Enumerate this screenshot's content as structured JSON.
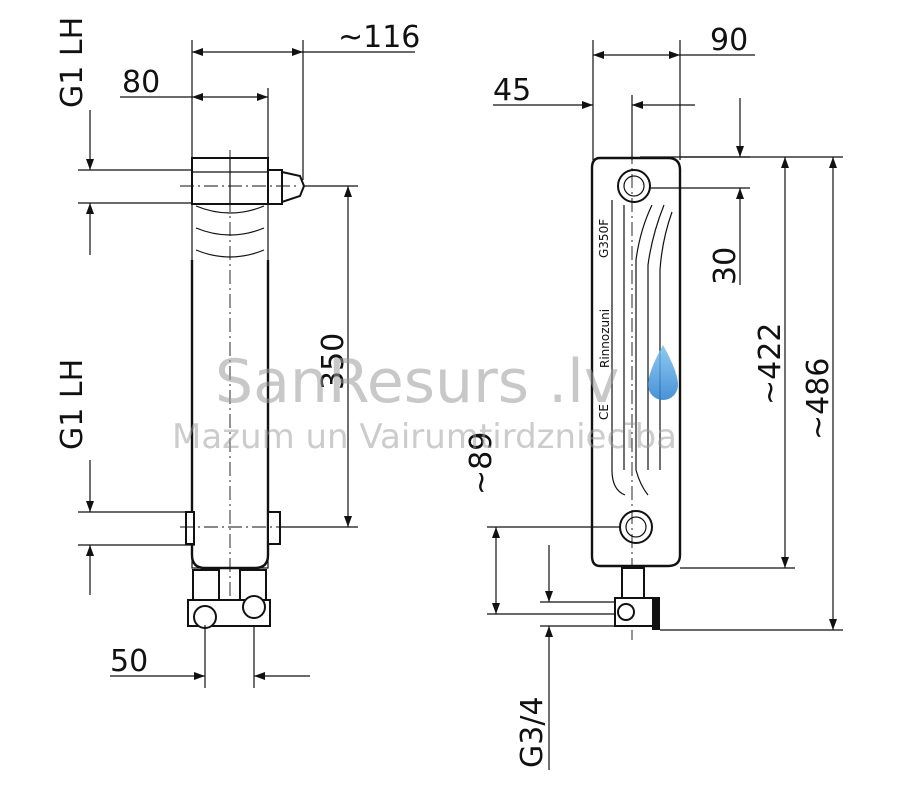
{
  "front_view": {
    "dim_top_width": "~116",
    "dim_body_width": "80",
    "dim_thread_top": "G1 LH",
    "dim_thread_bottom": "G1 LH",
    "dim_axis_distance": "350",
    "dim_bottom_spacing": "50"
  },
  "side_view": {
    "dim_depth": "90",
    "dim_half_depth": "45",
    "dim_top_offset": "30",
    "dim_height_inner": "~422",
    "dim_height_total": "~486",
    "dim_bottom_offset": "~89",
    "dim_connection_thread": "G3/4",
    "model_label": "G350F",
    "brand_label": "Rinnozuni"
  },
  "watermark": {
    "brand": "SanResurs .lv",
    "tagline": "Mazum un Vairumtirdzniecība",
    "drop_color": "#3b8fd6"
  }
}
